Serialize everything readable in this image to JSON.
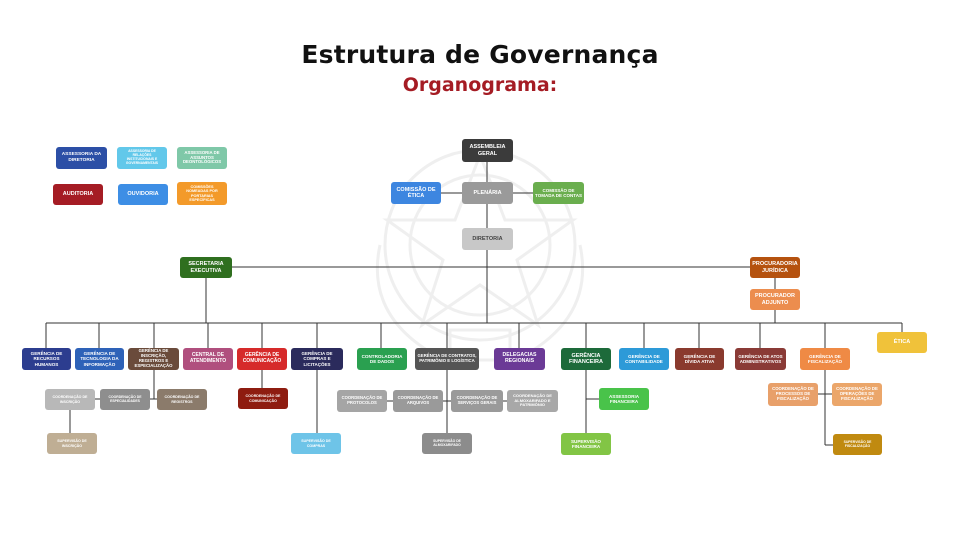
{
  "header": {
    "title": "Estrutura de Governança",
    "subtitle": "Organograma:"
  },
  "colors": {
    "title": "#111111",
    "subtitle": "#a51c24",
    "line": "#333333"
  },
  "nodes": [
    {
      "id": "assembleia",
      "label": "ASSEMBLEIA GERAL",
      "color": "#3b3b3b"
    },
    {
      "id": "comissao-etica",
      "label": "COMISSÃO DE ÉTICA",
      "color": "#3d86e0"
    },
    {
      "id": "plenaria",
      "label": "PLENÁRIA",
      "color": "#9a9a9a"
    },
    {
      "id": "comissao-contas",
      "label": "COMISSÃO DE TOMADA DE CONTAS",
      "color": "#6aae4e"
    },
    {
      "id": "diretoria",
      "label": "DIRETORIA",
      "color": "#c8c8c8",
      "text": "#444444"
    },
    {
      "id": "secretaria",
      "label": "SECRETARIA EXECUTIVA",
      "color": "#2f6f1f"
    },
    {
      "id": "procuradoria",
      "label": "PROCURADORIA JURÍDICA",
      "color": "#b5520f"
    },
    {
      "id": "procurador",
      "label": "PROCURADOR ADJUNTO",
      "color": "#ec8d4e"
    },
    {
      "id": "leg-assessoria",
      "label": "ASSESSORIA DA DIRETORIA",
      "color": "#2c4fa6"
    },
    {
      "id": "leg-relacoes",
      "label": "ASSESSORIA DE RELAÇÕES INSTITUCIONAIS E GOVERNAMENTAIS",
      "color": "#62c8ea"
    },
    {
      "id": "leg-deontologicos",
      "label": "ASSESSORIA DE ASSUNTOS DEONTOLÓGICOS",
      "color": "#7fc8a8"
    },
    {
      "id": "leg-auditoria",
      "label": "AUDITORIA",
      "color": "#a51c24"
    },
    {
      "id": "leg-ouvidoria",
      "label": "OUVIDORIA",
      "color": "#3d8ee5"
    },
    {
      "id": "leg-comissoes",
      "label": "COMISSÕES NOMEADAS POR PORTARIAS ESPECÍFICAS",
      "color": "#f39a2a"
    },
    {
      "id": "g-rh",
      "label": "GERÊNCIA DE RECURSOS HUMANOS",
      "color": "#2c3d8f"
    },
    {
      "id": "g-ti",
      "label": "GERÊNCIA DE TECNOLOGIA DA INFORMAÇÃO",
      "color": "#2e62b8"
    },
    {
      "id": "g-inscricao",
      "label": "GERÊNCIA DE INSCRIÇÃO, REGISTROS E ESPECIALIZAÇÃO",
      "color": "#6a4b3b"
    },
    {
      "id": "central",
      "label": "CENTRAL DE ATENDIMENTO",
      "color": "#b04f7e"
    },
    {
      "id": "g-comunicacao",
      "label": "GERÊNCIA DE COMUNICAÇÃO",
      "color": "#d62a2a"
    },
    {
      "id": "g-compras",
      "label": "GERÊNCIA DE COMPRAS E LICITAÇÕES",
      "color": "#2b2b5c"
    },
    {
      "id": "controladoria",
      "label": "CONTROLADORIA DE DADOS",
      "color": "#2aa050"
    },
    {
      "id": "g-contratos",
      "label": "GERÊNCIA DE CONTRATOS, PATRIMÔNIO E LOGÍSTICA",
      "color": "#555555"
    },
    {
      "id": "delegacias",
      "label": "DELEGACIAS REGIONAIS",
      "color": "#6b3a96"
    },
    {
      "id": "g-financeira",
      "label": "GERÊNCIA FINANCEIRA",
      "color": "#1d6a3a"
    },
    {
      "id": "g-contabilidade",
      "label": "GERÊNCIA DE CONTABILIDADE",
      "color": "#2d9ad8"
    },
    {
      "id": "g-divida",
      "label": "GERÊNCIA DE DÍVIDA ATIVA",
      "color": "#8a3a2e"
    },
    {
      "id": "g-atos",
      "label": "GERÊNCIA DE ATOS ADMINISTRATIVOS",
      "color": "#8a3a36"
    },
    {
      "id": "g-fiscalizacao",
      "label": "GERÊNCIA DE FISCALIZAÇÃO",
      "color": "#ef8a45"
    },
    {
      "id": "etica",
      "label": "ÉTICA",
      "color": "#f0c23a"
    },
    {
      "id": "c-inscricao",
      "label": "COORDENAÇÃO DE INSCRIÇÃO",
      "color": "#b8b8b8"
    },
    {
      "id": "c-especialidades",
      "label": "COORDENAÇÃO DE ESPECIALIDADES",
      "color": "#8e8e8e"
    },
    {
      "id": "c-registros",
      "label": "COORDENAÇÃO DE REGISTROS",
      "color": "#8b7b6b"
    },
    {
      "id": "s-inscricao",
      "label": "SUPERVISÃO DE INSCRIÇÃO",
      "color": "#bfae94"
    },
    {
      "id": "c-comunicacao",
      "label": "COORDENAÇÃO DE COMUNICAÇÃO",
      "color": "#8e1c10"
    },
    {
      "id": "s-compras",
      "label": "SUPERVISÃO DE COMPRAS",
      "color": "#6ec4e8"
    },
    {
      "id": "c-protocolos",
      "label": "COORDENAÇÃO DE PROTOCOLOS",
      "color": "#a5a5a5"
    },
    {
      "id": "c-arquivos",
      "label": "COORDENAÇÃO DE ARQUIVOS",
      "color": "#9a9a9a"
    },
    {
      "id": "c-servicos",
      "label": "COORDENAÇÃO DE SERVIÇOS GERAIS",
      "color": "#9a9a9a"
    },
    {
      "id": "c-almoxarifado",
      "label": "COORDENAÇÃO DE ALMOXARIFADO E PATRIMÔNIO",
      "color": "#a8a8a8"
    },
    {
      "id": "s-almoxarifado",
      "label": "SUPERVISÃO DE ALMOXARIFADO",
      "color": "#8c8c8c"
    },
    {
      "id": "a-financeira",
      "label": "ASSESSORIA FINANCEIRA",
      "color": "#49c34a"
    },
    {
      "id": "s-financeira",
      "label": "SUPERVISÃO FINANCEIRA",
      "color": "#82c545"
    },
    {
      "id": "c-processos",
      "label": "COORDENAÇÃO DE PROCESSOS DE FISCALIZAÇÃO",
      "color": "#e8a06a"
    },
    {
      "id": "c-operacoes",
      "label": "COORDENAÇÃO DE OPERAÇÕES DE FISCALIZAÇÃO",
      "color": "#eba66a"
    },
    {
      "id": "s-fiscalizacao",
      "label": "SUPERVISÃO DE FISCALIZAÇÃO",
      "color": "#c08a10"
    }
  ]
}
